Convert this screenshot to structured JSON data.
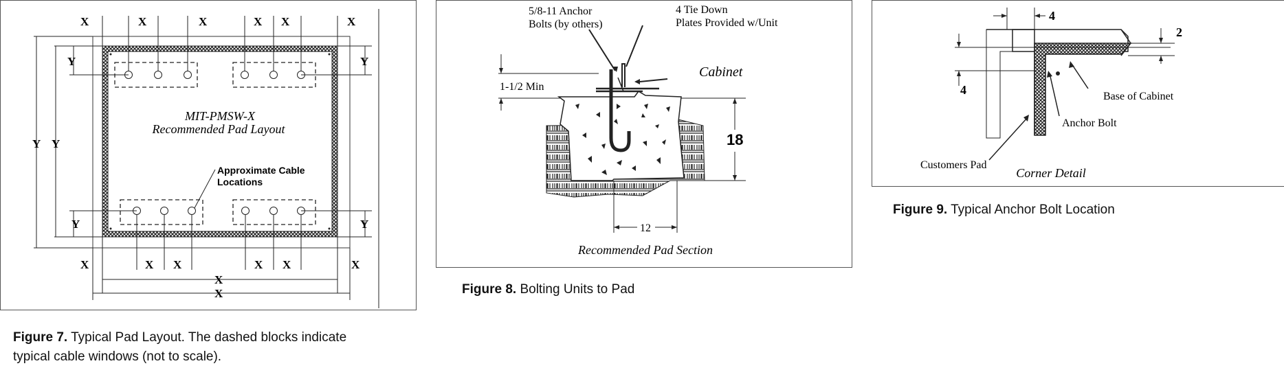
{
  "fig7": {
    "x_label": "X",
    "y_label": "Y",
    "title_line1": "MIT-PMSW-X",
    "title_line2": "Recommended Pad Layout",
    "callout_line1": "Approximate Cable",
    "callout_line2": "Locations",
    "caption_bold": "Figure 7.",
    "caption_text": " Typical Pad Layout. The dashed blocks indicate",
    "caption_text2": "typical cable windows (not to scale)."
  },
  "fig8": {
    "anchor_line1": "5/8-11 Anchor",
    "anchor_line2": "Bolts (by others)",
    "tiedown_line1": "4 Tie Down",
    "tiedown_line2": "Plates Provided w/Unit",
    "cabinet": "Cabinet",
    "min_label": "1-1/2 Min",
    "depth": "18",
    "width": "12",
    "section_title": "Recommended Pad Section",
    "caption_bold": "Figure 8.",
    "caption_text": " Bolting Units to Pad"
  },
  "fig9": {
    "dim_top": "4",
    "dim_right": "2",
    "dim_left": "4",
    "base_label": "Base of Cabinet",
    "anchor_label": "Anchor Bolt",
    "pad_label": "Customers Pad",
    "detail_title": "Corner Detail",
    "caption_bold": "Figure 9.",
    "caption_text": " Typical Anchor Bolt Location"
  }
}
